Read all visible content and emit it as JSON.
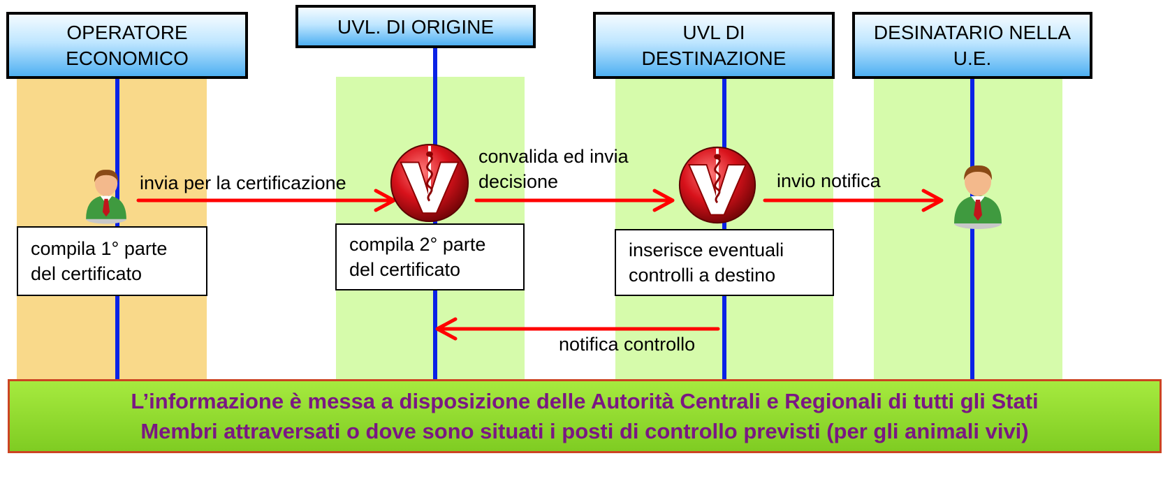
{
  "lanes": {
    "operatore": "OPERATORE\nECONOMICO",
    "origine": "UVL. DI ORIGINE",
    "destinazione": "UVL DI\nDESTINAZIONE",
    "destinatario": "DESINATARIO NELLA\nU.E."
  },
  "messages": {
    "invia_certificazione": "invia per la certificazione",
    "convalida": "convalida ed invia\ndecisione",
    "invio_notifica": "invio notifica",
    "notifica_controllo": "notifica controllo"
  },
  "activities": {
    "compila_1": "compila 1° parte\ndel certificato",
    "compila_2": "compila 2° parte\ndel certificato",
    "inserisce": "inserisce eventuali\ncontrolli a destino"
  },
  "footer": "L’informazione è messa a disposizione delle Autorità Centrali e Regionali di tutti gli Stati\nMembri attraversati o dove sono situati i posti di controllo previsti (per gli animali vivi)",
  "colors": {
    "lifeline": "#0a22e6",
    "arrow": "#ff0000",
    "band_yellow": "#f9d98a",
    "band_green": "#d6fbab",
    "footer_text": "#7a1783",
    "footer_bg": "#8fd82a"
  },
  "icons": {
    "operatore": "person-icon",
    "origine": "veterinary-v-emblem-icon",
    "destinazione": "veterinary-v-emblem-icon",
    "destinatario": "person-icon"
  }
}
